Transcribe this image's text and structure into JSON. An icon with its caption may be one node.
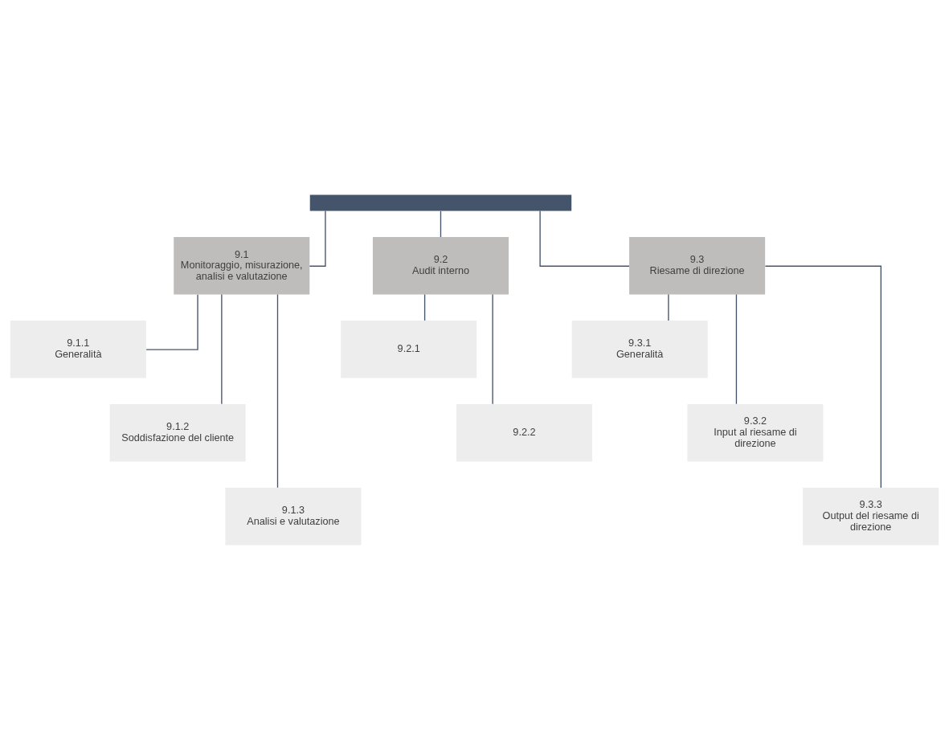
{
  "diagram": {
    "nodes": [
      {
        "text": [],
        "shape": "box"
      },
      {
        "text": [
          "9.1",
          "Monitoraggio, misurazione, analisi e valutazione"
        ]
      },
      {
        "text": [
          "9.2",
          "Audit interno"
        ]
      },
      {
        "text": [
          "9.3",
          "Riesame di direzione"
        ]
      },
      {
        "text": [
          "9.1.1",
          "Generalità"
        ]
      },
      {
        "text": [
          "9.1.2",
          "Soddisfazione del cliente"
        ]
      },
      {
        "text": [
          "9.1.3",
          "Analisi e valutazione"
        ]
      },
      {
        "text": [
          "9.2.1"
        ]
      },
      {
        "text": [
          "9.2.2"
        ]
      },
      {
        "text": [
          "9.3.1",
          "Generalità"
        ]
      },
      {
        "text": [
          "9.3.2",
          "Input al riesame di direzione"
        ]
      },
      {
        "text": [
          "9.3.3",
          "Output del riesame di direzione"
        ]
      }
    ],
    "edges": [
      {
        "from": 0,
        "to": 1,
        "arrow": "none"
      },
      {
        "from": 0,
        "to": 2,
        "arrow": "none"
      },
      {
        "from": 0,
        "to": 3,
        "arrow": "none"
      },
      {
        "from": 1,
        "to": 4,
        "arrow": "none"
      },
      {
        "from": 1,
        "to": 5,
        "arrow": "none"
      },
      {
        "from": 1,
        "to": 6,
        "arrow": "none"
      },
      {
        "from": 2,
        "to": 7,
        "arrow": "none"
      },
      {
        "from": 2,
        "to": 8,
        "arrow": "none"
      },
      {
        "from": 3,
        "to": 9,
        "arrow": "none"
      },
      {
        "from": 3,
        "to": 10,
        "arrow": "none"
      },
      {
        "from": 3,
        "to": 11,
        "arrow": "none"
      }
    ]
  }
}
